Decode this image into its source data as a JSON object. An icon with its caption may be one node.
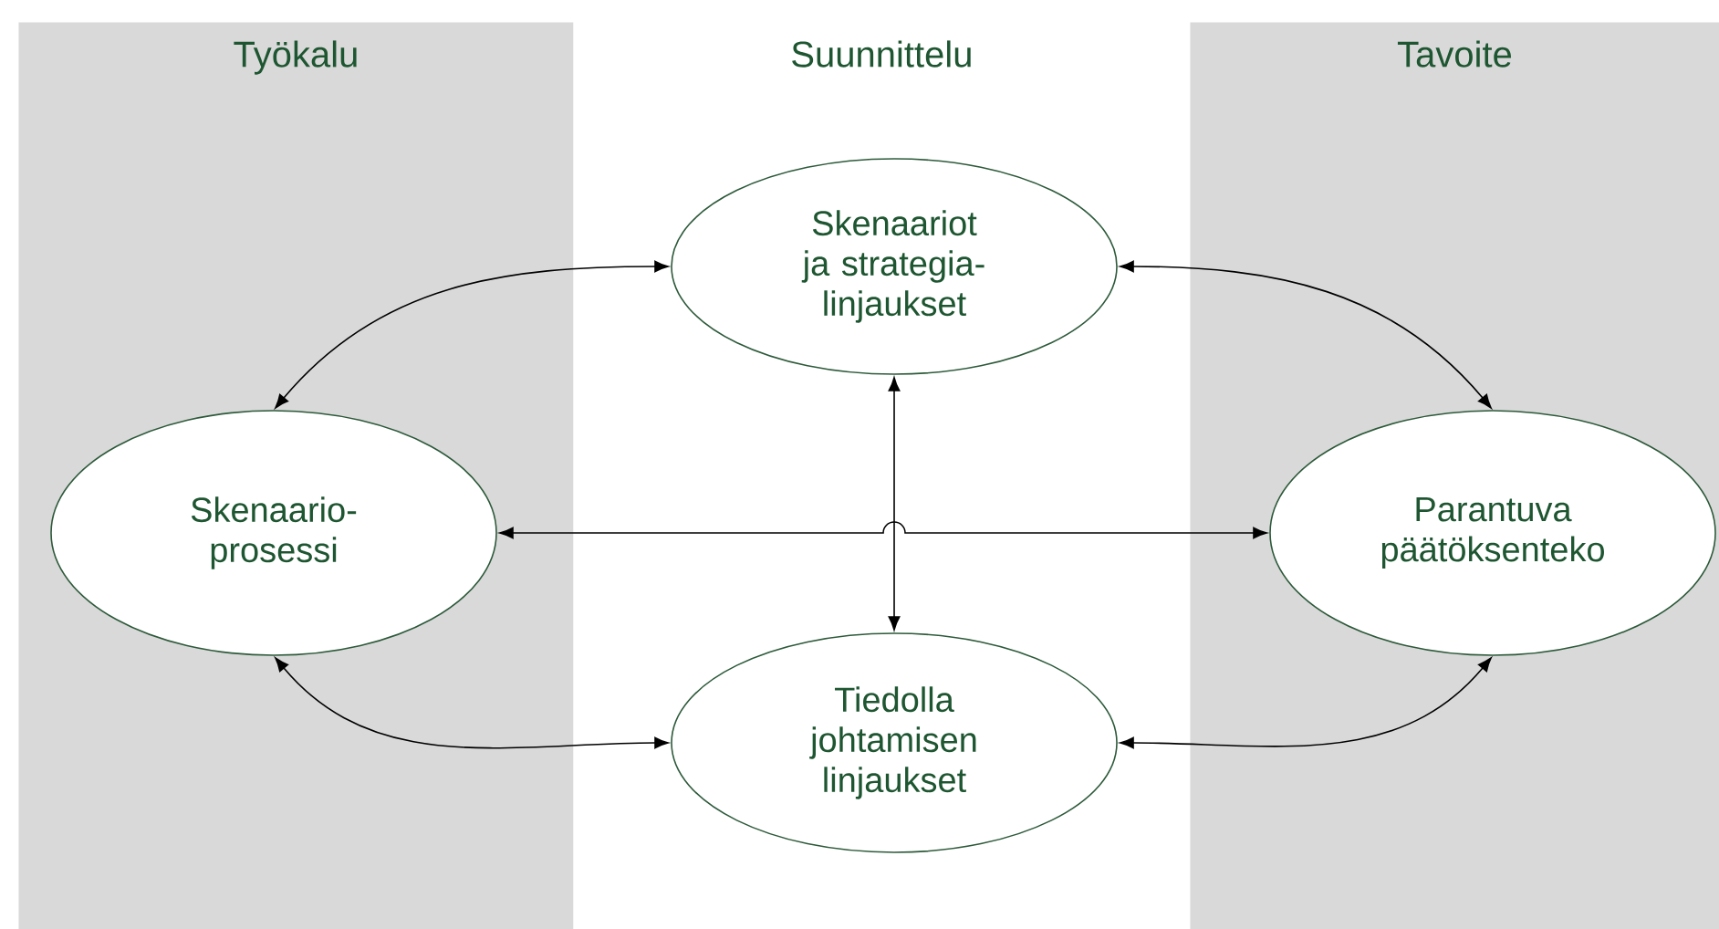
{
  "diagram": {
    "nodes": [
      {
        "text": [
          "Työkalu"
        ]
      },
      {
        "text": [
          "Suunnittelu"
        ]
      },
      {
        "text": [
          "Tavoite"
        ]
      },
      {
        "text": [
          "Skenaariot ja strategia- linjaukset"
        ],
        "in": 1
      },
      {
        "text": [
          "Skenaario- prosessi"
        ],
        "in": 0
      },
      {
        "text": [
          "Parantuva päätöksenteko"
        ],
        "in": 2
      },
      {
        "text": [
          "Tiedolla johtamisen linjaukset"
        ],
        "in": 1
      }
    ],
    "edges": [
      {
        "from": 4,
        "to": 3,
        "arrow": "both"
      },
      {
        "from": 3,
        "to": 5,
        "arrow": "both"
      },
      {
        "from": 4,
        "to": 5,
        "arrow": "both"
      },
      {
        "from": 3,
        "to": 6,
        "arrow": "both"
      },
      {
        "from": 4,
        "to": 6,
        "arrow": "both"
      },
      {
        "from": 6,
        "to": 5,
        "arrow": "both"
      }
    ]
  }
}
